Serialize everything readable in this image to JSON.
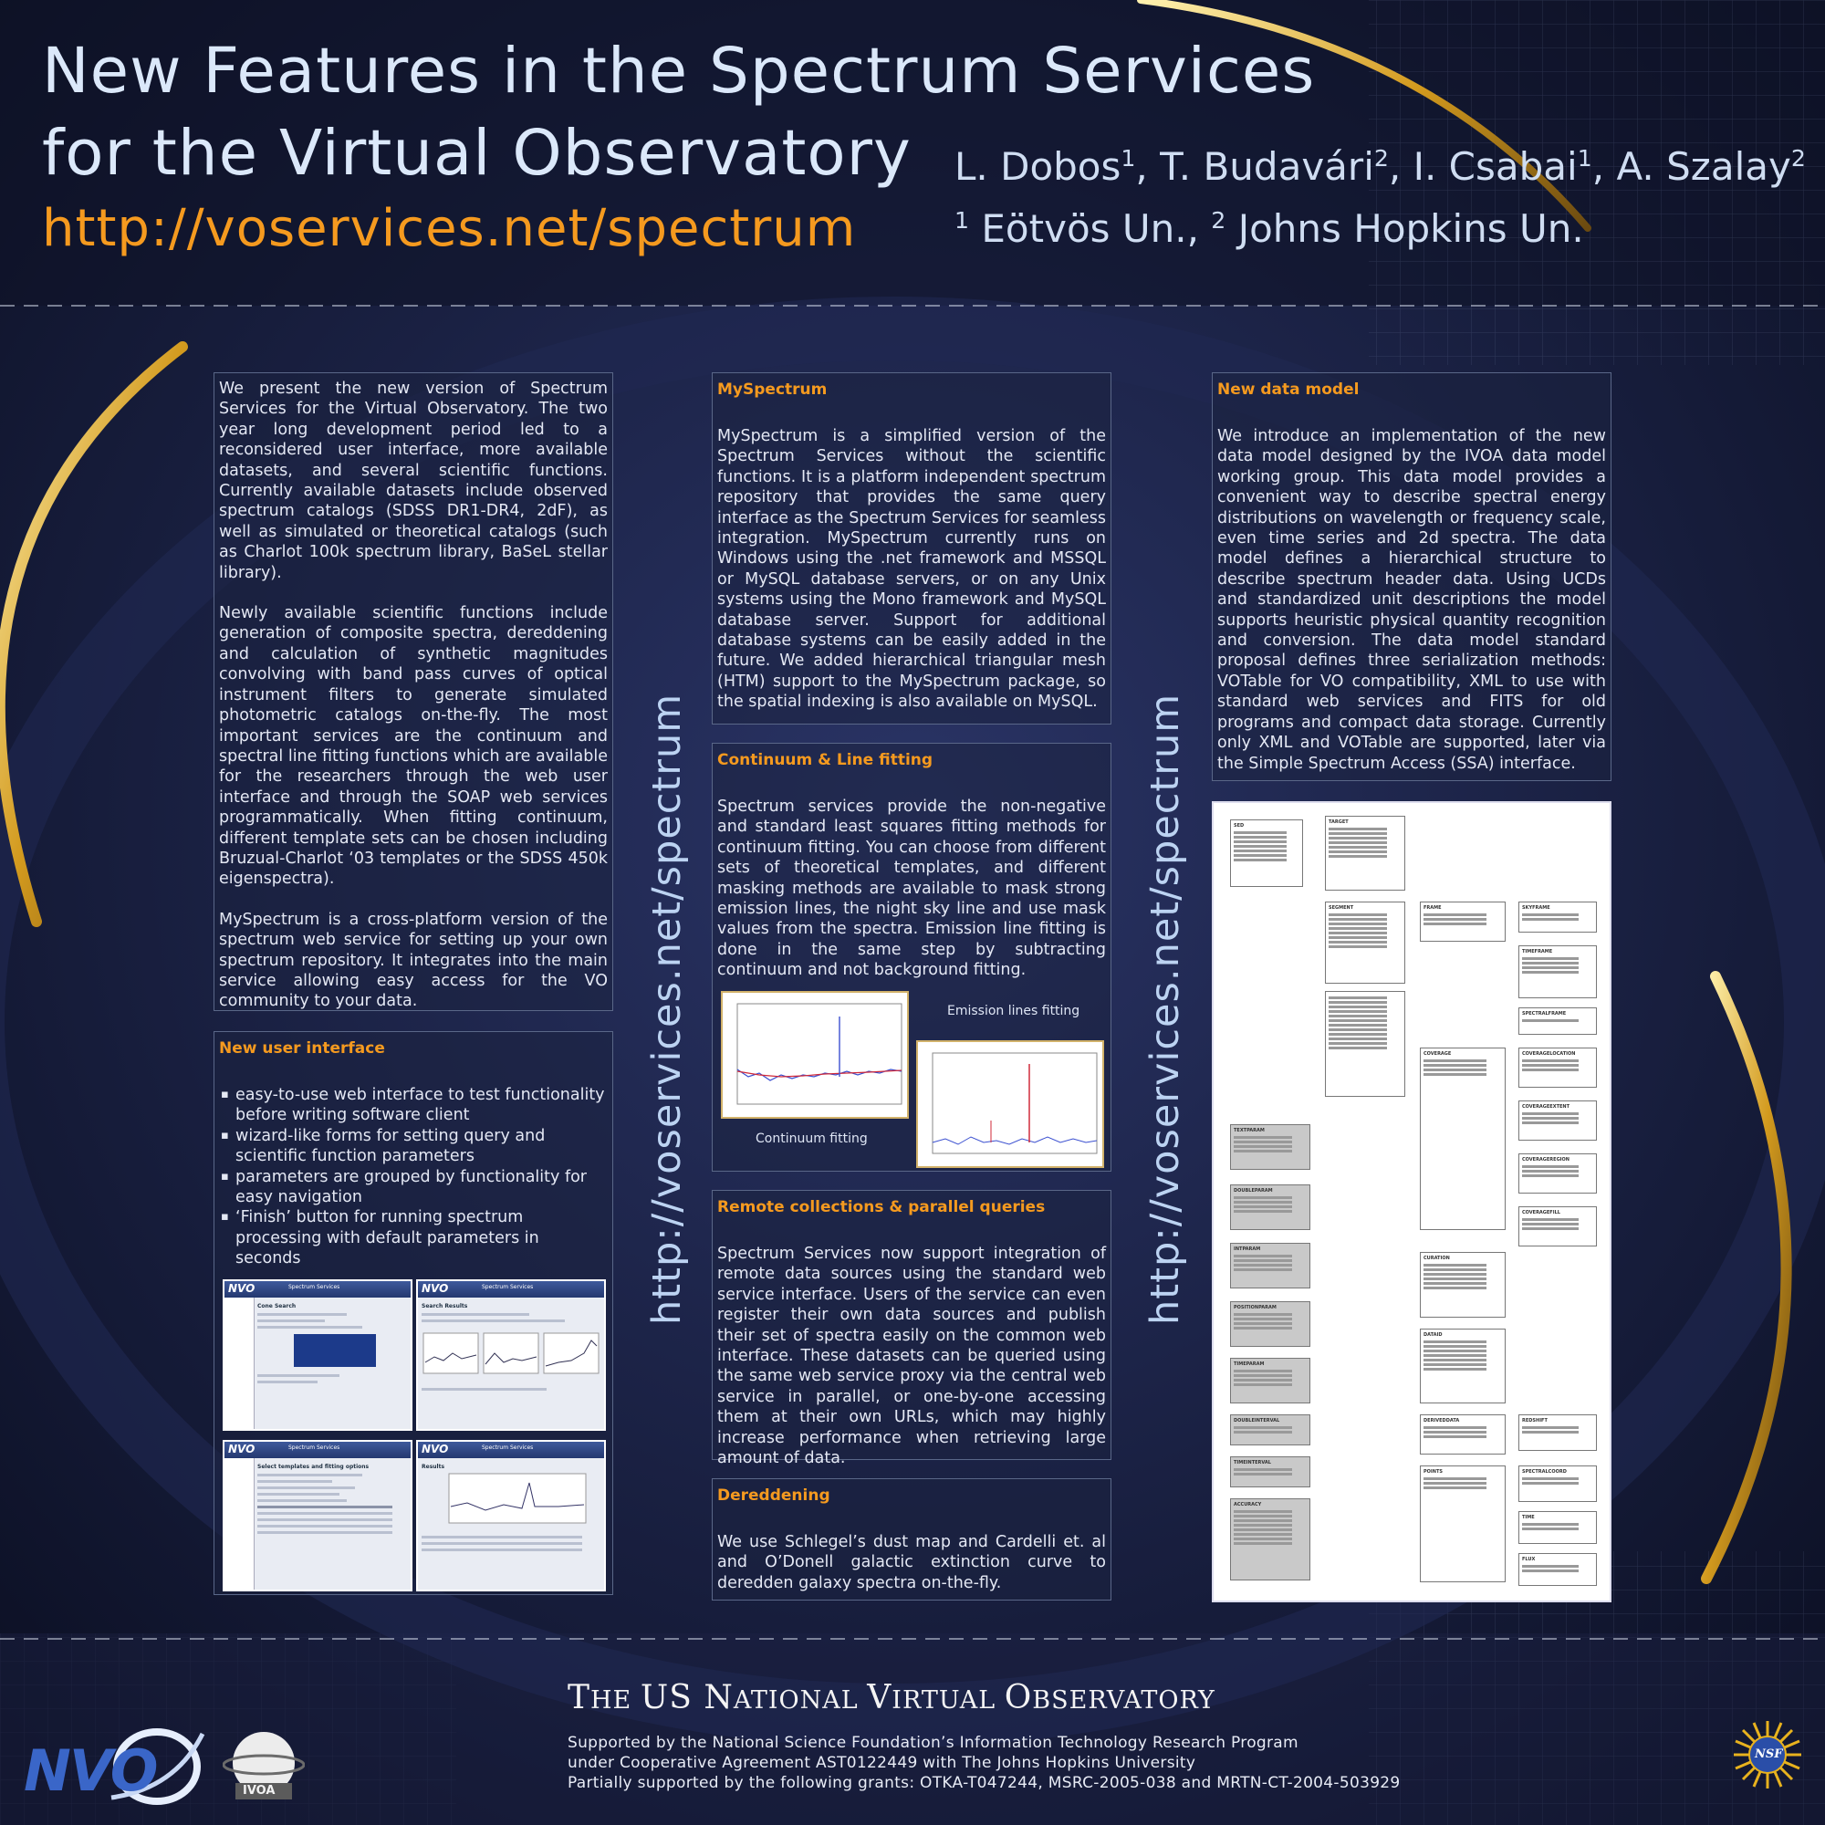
{
  "header": {
    "title_line1": "New Features in the Spectrum Services",
    "title_line2": "for the Virtual Observatory",
    "url": "http://voservices.net/spectrum",
    "authors": [
      {
        "name": "L. Dobos",
        "aff": "1"
      },
      {
        "name": "T. Budavári",
        "aff": "2"
      },
      {
        "name": "I. Csabai",
        "aff": "1"
      },
      {
        "name": "A. Szalay",
        "aff": "2"
      }
    ],
    "affiliations": [
      {
        "num": "1",
        "name": "Eötvös Un.,"
      },
      {
        "num": "2",
        "name": "Johns Hopkins Un."
      }
    ]
  },
  "intro": {
    "p1": "We present the new version of Spectrum Services for the Virtual Observatory. The two year long development period led to a reconsidered user interface, more available datasets, and several scientific functions. Currently available datasets include observed spectrum catalogs (SDSS DR1-DR4, 2dF), as well as simulated or theoretical catalogs (such as Charlot 100k spectrum library, BaSeL stellar library).",
    "p2": "Newly available scientific functions include generation of composite spectra, dereddening and calculation of synthetic magnitudes convolving with band pass curves of optical instrument filters to generate simulated photometric catalogs on-the-fly. The most important services are the continuum and spectral line fitting functions which are available for the researchers through the web user interface and through the SOAP web services programmatically. When fitting continuum, different template sets can be chosen including Bruzual-Charlot ‘03 templates or the SDSS 450k eigenspectra).",
    "p3": "MySpectrum is a cross-platform version of the spectrum web service for setting up your own spectrum repository. It integrates into the main service allowing easy access for the VO community to your data."
  },
  "ui_panel": {
    "title": "New user interface",
    "bullets": [
      "easy-to-use web interface to test functionality before writing software client",
      "wizard-like forms for setting query and scientific function parameters",
      "parameters are grouped by functionality for easy navigation",
      "‘Finish’ button for running spectrum processing with default parameters in seconds"
    ],
    "screenshots": [
      {
        "logo": "NVO",
        "app_title": "Spectrum Services",
        "section": "Cone Search"
      },
      {
        "logo": "NVO",
        "app_title": "Spectrum Services",
        "section": "Search Results"
      },
      {
        "logo": "NVO",
        "app_title": "Spectrum Services",
        "section": "Select templates and fitting options"
      },
      {
        "logo": "NVO",
        "app_title": "Spectrum Services",
        "section": "Results"
      }
    ]
  },
  "myspectrum": {
    "title": "MySpectrum",
    "text": "MySpectrum is a simplified version of the Spectrum Services without the scientific functions. It is a platform independent spectrum repository that provides the same query interface as the Spectrum Services for seamless integration. MySpectrum currently runs on Windows using the .net framework and MSSQL or MySQL database servers, or on any Unix systems using the Mono framework and MySQL database server. Support for additional database systems can be easily added in the future. We added hierarchical triangular mesh (HTM) support to the MySpectrum package, so the spatial indexing is also available on MySQL."
  },
  "fitting": {
    "title": "Continuum & Line fitting",
    "text": "Spectrum services provide the non-negative and standard least squares fitting methods for continuum fitting. You can choose from different sets of theoretical templates, and different masking methods are available to mask strong emission lines, the night sky line and use mask values from the spectra. Emission line fitting is done in the same step by subtracting continuum and not background fitting.",
    "caption_emission": "Emission lines fitting",
    "caption_continuum": "Continuum fitting"
  },
  "remote": {
    "title": "Remote collections & parallel queries",
    "text": "Spectrum Services now support integration of remote data sources using the standard web service interface. Users of the service can even register their own data sources and publish their set of spectra easily on the common web interface. These datasets can be queried using the same web service proxy via the central web service in parallel, or one-by-one accessing them at their own URLs, which may highly increase performance when retrieving large amount of data."
  },
  "dered": {
    "title": "Dereddening",
    "text": "We use Schlegel’s dust map and Cardelli et. al and O’Donell galactic extinction curve to deredden galaxy spectra on-the-fly."
  },
  "datamodel": {
    "title": "New data model",
    "text": "We introduce an implementation of the new data model designed by the IVOA data model working group. This data model provides a convenient way to describe spectral energy distributions on wavelength or frequency scale, even time series and 2d spectra. The data model defines a hierarchical structure to describe spectrum header data. Using UCDs and standardized unit descriptions the model supports heuristic physical quantity recognition and conversion. The data model standard proposal defines three serialization methods: VOTable for VO compatibility, XML to use with standard web services and FITS for old programs and compact data storage. Currently only XML and VOTable are supported, later via the Simple Spectrum Access (SSA) interface.",
    "boxes": [
      "SED",
      "TARGET",
      "SEGMENT",
      "FRAME",
      "SKYFRAME",
      "TIMEFRAME",
      "SPECTRALFRAME",
      "COVERAGE",
      "COVERAGELOCATION",
      "COVERAGEEXTENT",
      "COVERAGEREGION",
      "COVERAGEFILL",
      "TEXTPARAM",
      "DOUBLEPARAM",
      "INTPARAM",
      "POSITIONPARAM",
      "TIMEPARAM",
      "DOUBLEINTERVAL",
      "TIMEINTERVAL",
      "ACCURACY",
      "CURATION",
      "DATAID",
      "DERIVEDDATA",
      "REDSHIFT",
      "POINTS",
      "SPECTRALCOORD",
      "TIME",
      "FLUX"
    ]
  },
  "vertical_url": "http://voservices.net/spectrum",
  "footer": {
    "nvo_title_parts": [
      [
        "T",
        "HE "
      ],
      [
        "US",
        ""
      ],
      [
        " N",
        "ATIONAL "
      ],
      [
        "V",
        "IRTUAL "
      ],
      [
        "O",
        "BSERVATORY"
      ]
    ],
    "line1": "Supported by the National Science Foundation’s Information Technology Research Program",
    "line2": "under Cooperative Agreement AST0122449 with The Johns Hopkins University",
    "line3": "Partially supported by the following grants: OTKA-T047244, MSRC-2005-038 and MRTN-CT-2004-503929",
    "logo_nvo": "NVO",
    "logo_ivoa": "IVOA",
    "logo_nsf": "NSF"
  },
  "colors": {
    "background": "#131a33",
    "accent_orange": "#f59a1f",
    "title_text": "#dbe8fa",
    "panel_border": "#5a6788"
  }
}
